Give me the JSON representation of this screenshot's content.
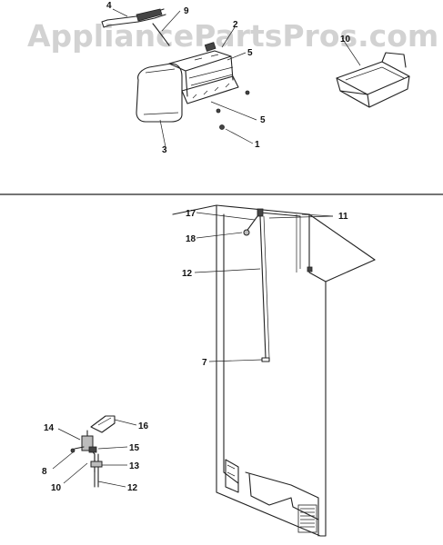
{
  "watermark": "AppliancePartsPros.com",
  "callouts": {
    "c1": "1",
    "c2": "2",
    "c3": "3",
    "c4": "4",
    "c5a": "5",
    "c5b": "5",
    "c9": "9",
    "c10": "10",
    "c17": "17",
    "c11": "11",
    "c18": "18",
    "c12a": "12",
    "c7": "7",
    "c14": "14",
    "c16": "16",
    "c15": "15",
    "c8": "8",
    "c13": "13",
    "c10b": "10",
    "c12b": "12"
  }
}
